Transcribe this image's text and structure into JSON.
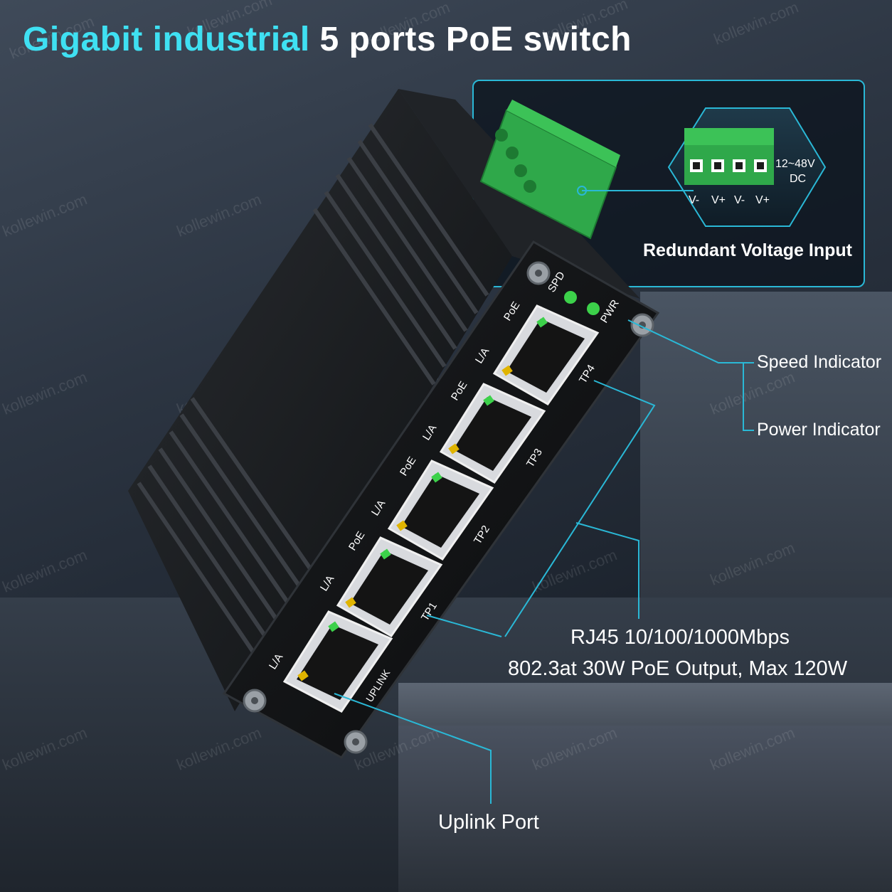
{
  "title": {
    "part1": "Gigabit industrial ",
    "part2": "5 ports PoE switch"
  },
  "callouts": {
    "redundant_voltage": "Redundant Voltage Input",
    "voltage_range_line1": "12~48V",
    "voltage_range_line2": "DC",
    "terminal_labels": [
      "V-",
      "V+",
      "V-",
      "V+"
    ],
    "speed_indicator": "Speed Indicator",
    "power_indicator": "Power Indicator",
    "rj45_spec": "RJ45 10/100/1000Mbps",
    "poe_spec": "802.3at 30W PoE Output, Max 120W",
    "uplink_port": "Uplink Port"
  },
  "device_panel": {
    "led_labels": [
      "SPD",
      "PWR"
    ],
    "port_labels": [
      "TP4",
      "TP3",
      "TP2",
      "TP1",
      "UPLINK"
    ],
    "port_led_labels": {
      "poe": "PoE",
      "la": "L/A"
    }
  },
  "watermark": "kollewin.com",
  "colors": {
    "title_accent": "#3fe0f2",
    "callout_line": "#2ab8d6",
    "terminal_green": "#2fa84a",
    "led_green": "#3cd14a",
    "led_yellow": "#e0b400"
  }
}
